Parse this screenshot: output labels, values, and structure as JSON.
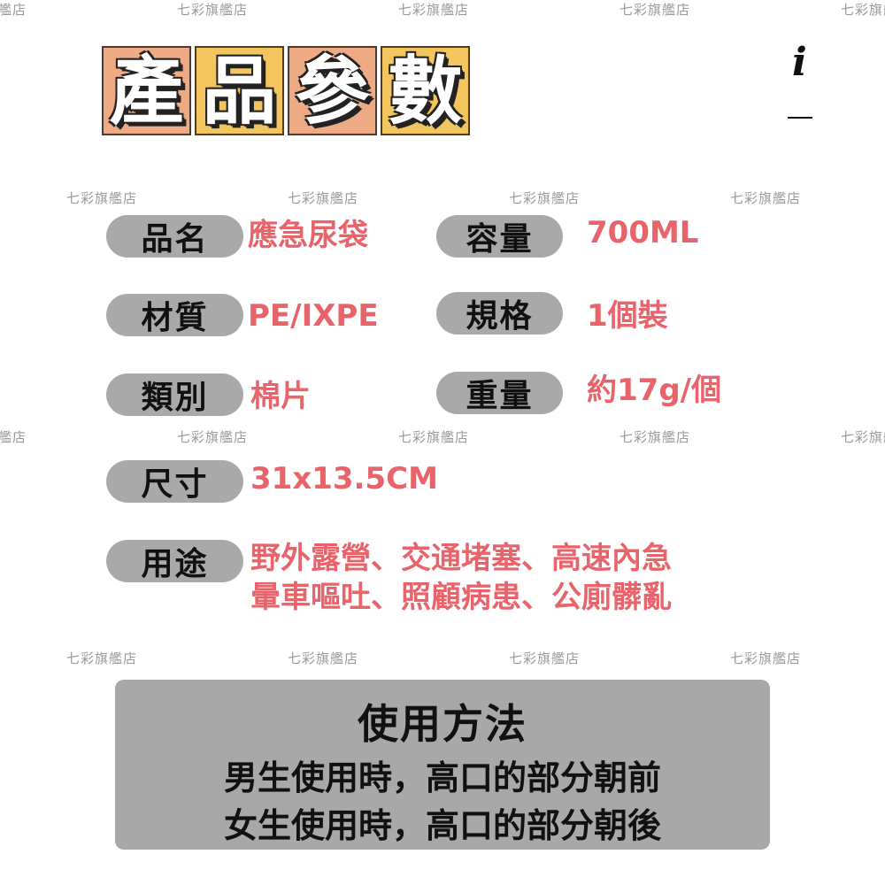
{
  "watermark": "七彩旗艦店",
  "title": [
    "產",
    "品",
    "參",
    "數"
  ],
  "info_icon": "info-icon",
  "specs": [
    {
      "label": "品名",
      "value": "應急尿袋"
    },
    {
      "label": "容量",
      "value": "700ML"
    },
    {
      "label": "材質",
      "value": "PE/IXPE"
    },
    {
      "label": "規格",
      "value": "1個裝"
    },
    {
      "label": "類別",
      "value": "棉片"
    },
    {
      "label": "重量",
      "value": "約17g/個"
    },
    {
      "label": "尺寸",
      "value": "31x13.5CM"
    },
    {
      "label": "用途",
      "value": "野外露營、交通堵塞、高速內急",
      "value2": "暈車嘔吐、照顧病患、公廁髒亂"
    }
  ],
  "howto": {
    "title": "使用方法",
    "lines": [
      "男生使用時，高口的部分朝前",
      "女生使用時，高口的部分朝後"
    ]
  },
  "colors": {
    "pill": "#a9a9a9",
    "value": "#e8636a",
    "peach": "#eeaa84",
    "yellow": "#f3c55e"
  }
}
